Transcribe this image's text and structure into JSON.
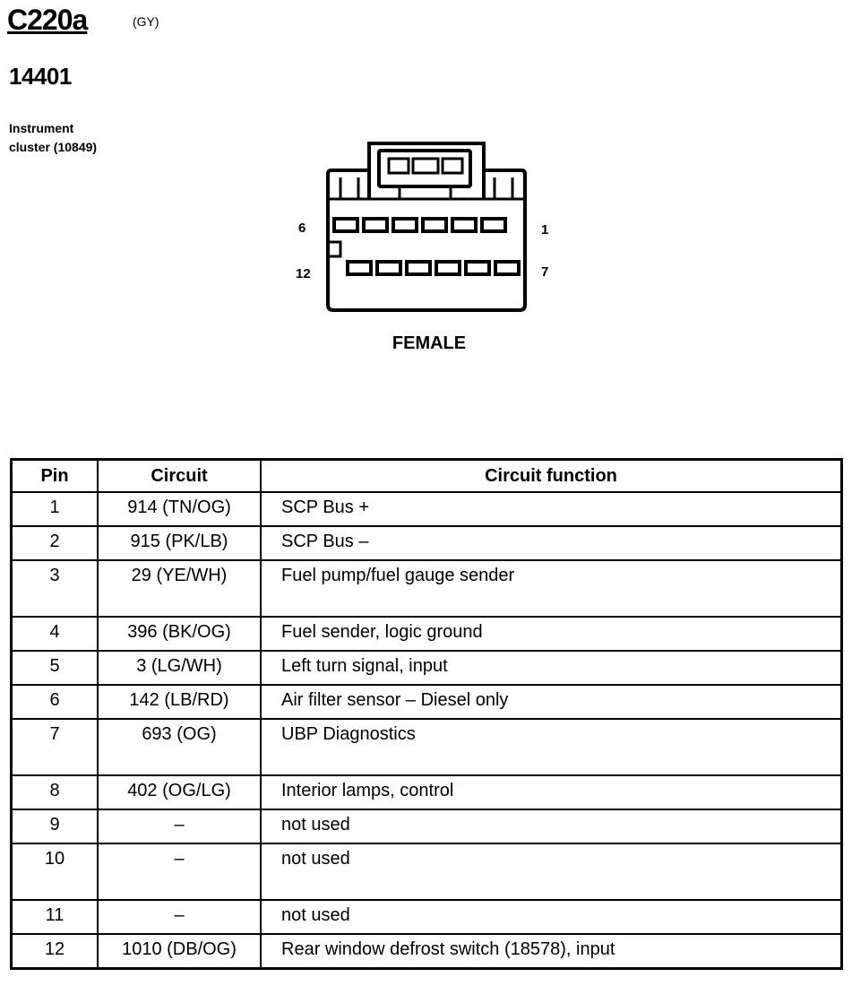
{
  "header": {
    "connector_id": "C220a",
    "connector_color": "(GY)",
    "part_number": "14401",
    "location_line1": "Instrument",
    "location_line2": "cluster (10849)"
  },
  "diagram": {
    "pin_label_top_left": "6",
    "pin_label_top_right": "1",
    "pin_label_bottom_left": "12",
    "pin_label_bottom_right": "7",
    "gender": "FEMALE"
  },
  "table": {
    "headers": [
      "Pin",
      "Circuit",
      "Circuit function"
    ],
    "rows": [
      {
        "pin": "1",
        "circuit": "914 (TN/OG)",
        "function": "SCP Bus +",
        "tall": false
      },
      {
        "pin": "2",
        "circuit": "915 (PK/LB)",
        "function": "SCP Bus –",
        "tall": false
      },
      {
        "pin": "3",
        "circuit": "29 (YE/WH)",
        "function": "Fuel pump/fuel gauge sender",
        "tall": true
      },
      {
        "pin": "4",
        "circuit": "396 (BK/OG)",
        "function": "Fuel sender, logic ground",
        "tall": false
      },
      {
        "pin": "5",
        "circuit": "3 (LG/WH)",
        "function": "Left turn signal, input",
        "tall": false
      },
      {
        "pin": "6",
        "circuit": "142 (LB/RD)",
        "function": "Air filter sensor – Diesel only",
        "tall": false
      },
      {
        "pin": "7",
        "circuit": "693 (OG)",
        "function": "UBP Diagnostics",
        "tall": true
      },
      {
        "pin": "8",
        "circuit": "402 (OG/LG)",
        "function": "Interior lamps, control",
        "tall": false
      },
      {
        "pin": "9",
        "circuit": "–",
        "function": "not used",
        "tall": false
      },
      {
        "pin": "10",
        "circuit": "–",
        "function": "not used",
        "tall": true
      },
      {
        "pin": "11",
        "circuit": "–",
        "function": "not used",
        "tall": false
      },
      {
        "pin": "12",
        "circuit": "1010 (DB/OG)",
        "function": "Rear window defrost switch (18578), input",
        "tall": false
      }
    ]
  }
}
